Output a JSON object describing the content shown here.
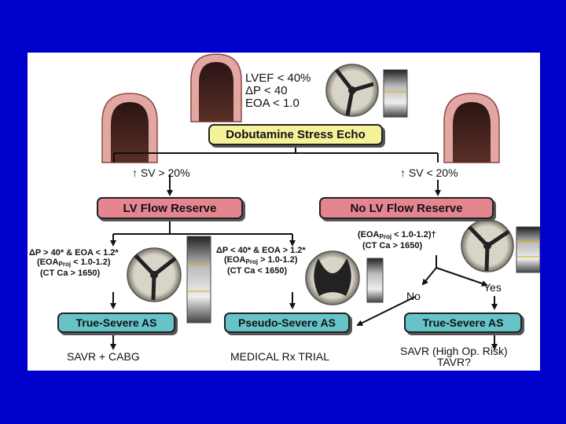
{
  "criteria": {
    "lvef": "LVEF < 40%",
    "dp": "ΔP < 40",
    "eoa": "EOA < 1.0"
  },
  "boxes": {
    "dobutamine": "Dobutamine Stress Echo",
    "lv_flow_reserve": "LV Flow Reserve",
    "no_lv_flow_reserve": "No LV Flow Reserve",
    "true_severe_left": "True-Severe AS",
    "pseudo_severe": "Pseudo-Severe AS",
    "true_severe_right": "True-Severe AS"
  },
  "branches": {
    "sv_up": "↑ SV > 20%",
    "sv_down": "↑ SV < 20%"
  },
  "left_criteria": {
    "line1": "ΔP > 40* & EOA < 1.2*",
    "line2_a": "(EOA",
    "line2_sub": "Proj",
    "line2_b": " < 1.0-1.2)",
    "line3": "(CT Ca > 1650)"
  },
  "mid_criteria": {
    "line1": "ΔP < 40* & EOA > 1.2*",
    "line2_a": "(EOA",
    "line2_sub": "Proj",
    "line2_b": " > 1.0-1.2)",
    "line3": "(CT Ca < 1650)"
  },
  "right_criteria": {
    "line1_a": "(EOA",
    "line1_sub": "Proj",
    "line1_b": " < 1.0-1.2)†",
    "line2": "(CT Ca > 1650)"
  },
  "decision": {
    "no": "No",
    "yes": "Yes"
  },
  "outcomes": {
    "left": "SAVR + CABG",
    "middle": "MEDICAL Rx TRIAL",
    "right_line1": "SAVR (High Op. Risk)",
    "right_line2": "TAVR?"
  },
  "colors": {
    "background": "#0000cc",
    "yellow_box": "#f5f29a",
    "pink_box": "#e58590",
    "teal_box": "#66c4c9"
  },
  "icons": [
    "heart-ventricle-icon",
    "aortic-valve-icon",
    "doppler-strip-icon"
  ]
}
